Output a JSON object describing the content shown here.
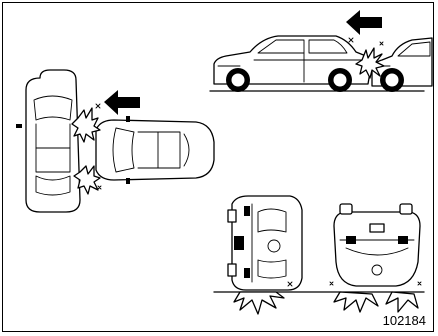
{
  "figure": {
    "number": "102184"
  },
  "scenes": [
    {
      "name": "side-impact",
      "icons": [
        "impact-arrow-icon",
        "impact-burst-icon"
      ]
    },
    {
      "name": "rear-end-collision",
      "icons": [
        "impact-arrow-icon",
        "impact-burst-icon"
      ]
    },
    {
      "name": "rollover",
      "icons": [
        "impact-burst-icon"
      ]
    }
  ],
  "colors": {
    "line": "#000000",
    "background": "#ffffff"
  }
}
